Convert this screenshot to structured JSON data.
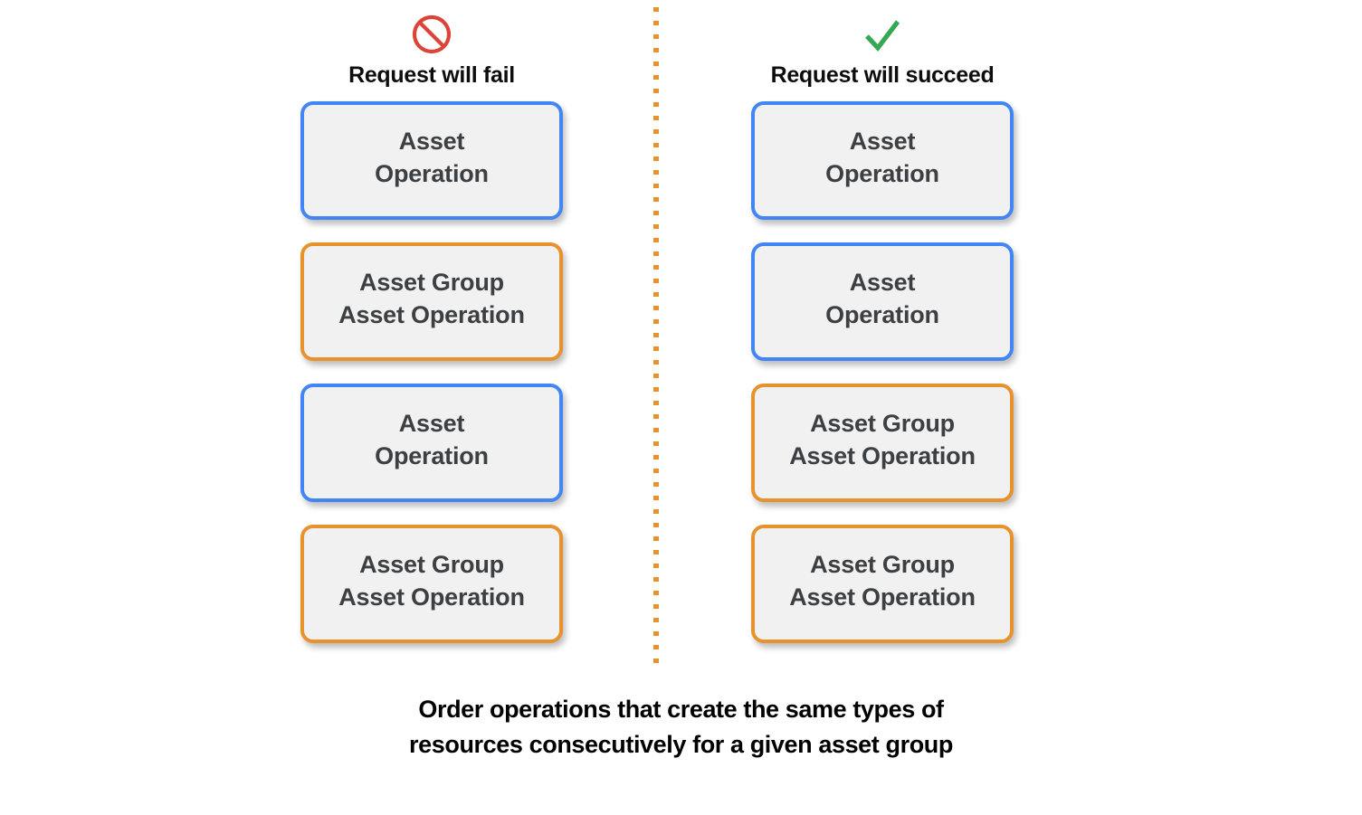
{
  "colors": {
    "blue": "#4285F4",
    "orange": "#E8922E",
    "red": "#DB4437",
    "green": "#34A853",
    "card_fill": "#F1F1F1",
    "card_text": "#3C4043",
    "caption_text": "#000000"
  },
  "columns": [
    {
      "id": "fail",
      "icon": "prohibition-icon",
      "title": "Request will fail",
      "cards": [
        {
          "border": "blue",
          "lines": [
            "Asset",
            "Operation"
          ]
        },
        {
          "border": "orange",
          "lines": [
            "Asset Group",
            "Asset Operation"
          ]
        },
        {
          "border": "blue",
          "lines": [
            "Asset",
            "Operation"
          ]
        },
        {
          "border": "orange",
          "lines": [
            "Asset Group",
            "Asset Operation"
          ]
        }
      ]
    },
    {
      "id": "succeed",
      "icon": "check-icon",
      "title": "Request will succeed",
      "cards": [
        {
          "border": "blue",
          "lines": [
            "Asset",
            "Operation"
          ]
        },
        {
          "border": "blue",
          "lines": [
            "Asset",
            "Operation"
          ]
        },
        {
          "border": "orange",
          "lines": [
            "Asset Group",
            "Asset Operation"
          ]
        },
        {
          "border": "orange",
          "lines": [
            "Asset Group",
            "Asset Operation"
          ]
        }
      ]
    }
  ],
  "caption": {
    "line1": "Order operations that create the same types of",
    "line2": "resources consecutively for a given asset group"
  }
}
